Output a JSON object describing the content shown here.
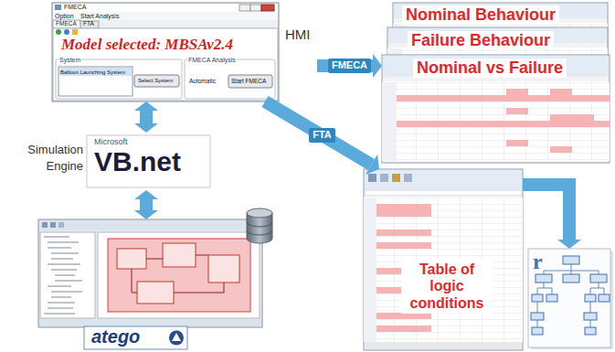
{
  "diagram": {
    "nodes": [
      {
        "text": [
          "HMI",
          "Model selected: MBSAv2.4"
        ]
      },
      {
        "text": [
          "Simulation Engine",
          "Microsoft",
          "VB.net"
        ]
      },
      {
        "text": [
          "atego"
        ]
      },
      {
        "text": [
          "Nominal Behaviour",
          "Failure Behaviour",
          "Nominal vs Failure"
        ]
      },
      {
        "text": [
          "Table of logic conditions"
        ]
      },
      {
        "text": [
          "r"
        ]
      }
    ],
    "edges": [
      {
        "from": 0,
        "to": 1,
        "arrow": "both"
      },
      {
        "from": 1,
        "to": 2,
        "arrow": "both"
      },
      {
        "from": 0,
        "to": 3,
        "label": "FMECA",
        "arrow": "to"
      },
      {
        "from": 0,
        "to": 4,
        "label": "FTA",
        "arrow": "to"
      },
      {
        "from": 4,
        "to": 5,
        "arrow": "to"
      }
    ],
    "labels": [
      "FMECA",
      "Option",
      "Start Analysis",
      "FMECA",
      "FTA",
      "System",
      "Balloon Launching System",
      "Select System",
      "FMECA Analysis",
      "Automatic",
      "Start FMECA"
    ]
  }
}
